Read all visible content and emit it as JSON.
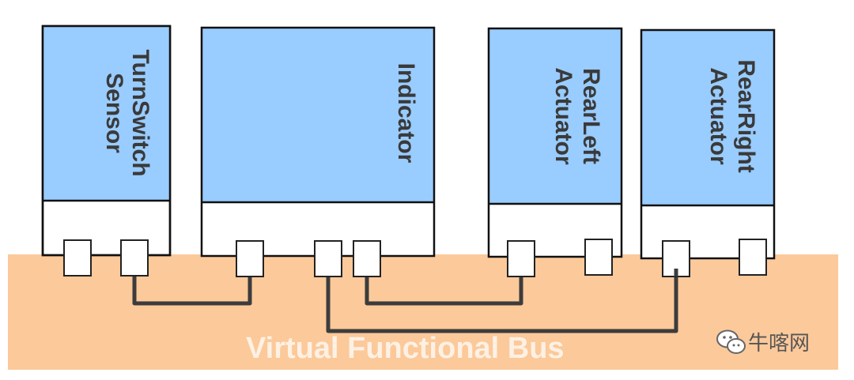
{
  "bus": {
    "label": "Virtual Functional Bus"
  },
  "components": [
    {
      "id": "turnswitch",
      "lines": [
        "TurnSwitch",
        "Sensor"
      ]
    },
    {
      "id": "indicator",
      "lines": [
        "Indicator"
      ]
    },
    {
      "id": "rearleft",
      "lines": [
        "RearLeft",
        "Actuator"
      ]
    },
    {
      "id": "rearright",
      "lines": [
        "RearRight",
        "Actuator"
      ]
    }
  ],
  "connections": [
    {
      "from": "turnswitch.port2",
      "to": "indicator.port1"
    },
    {
      "from": "indicator.port3",
      "to": "rearleft.port1"
    },
    {
      "from": "indicator.port2",
      "to": "rearright.port1"
    }
  ],
  "watermark": {
    "text": "牛喀网",
    "icon": "wechat-icon"
  },
  "colors": {
    "component_fill": "#99ccff",
    "bus_fill": "#fcc99a",
    "port_fill": "#ffffff",
    "wire": "#3c3c3c"
  }
}
